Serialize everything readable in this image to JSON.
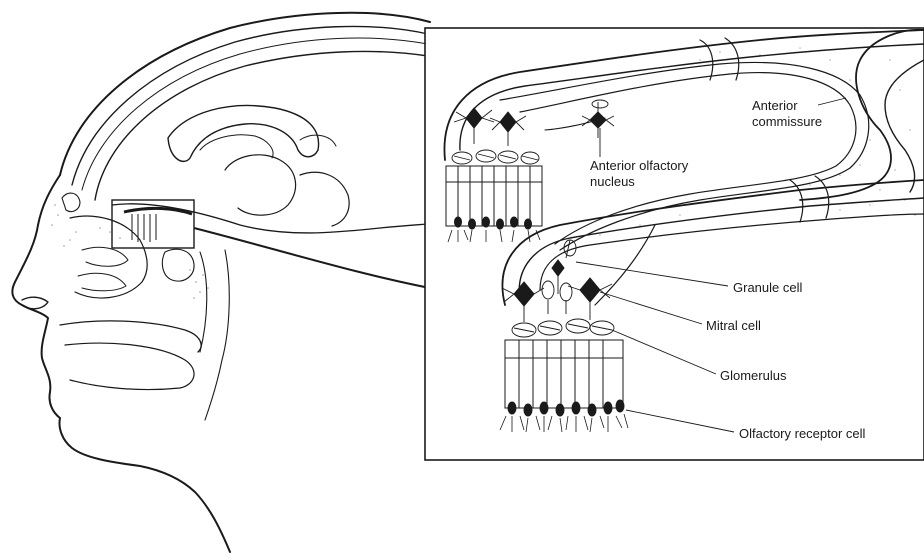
{
  "labels": {
    "anterior_commissure_line1": "Anterior",
    "anterior_commissure_line2": "commissure",
    "anterior_olfactory_line1": "Anterior olfactory",
    "anterior_olfactory_line2": "nucleus",
    "granule_cell": "Granule cell",
    "mitral_cell": "Mitral cell",
    "glomerulus": "Glomerulus",
    "olfactory_receptor_cell": "Olfactory receptor cell"
  },
  "colors": {
    "ink": "#1a1a1a",
    "paper": "#ffffff",
    "stipple": "#9a9a9a"
  }
}
